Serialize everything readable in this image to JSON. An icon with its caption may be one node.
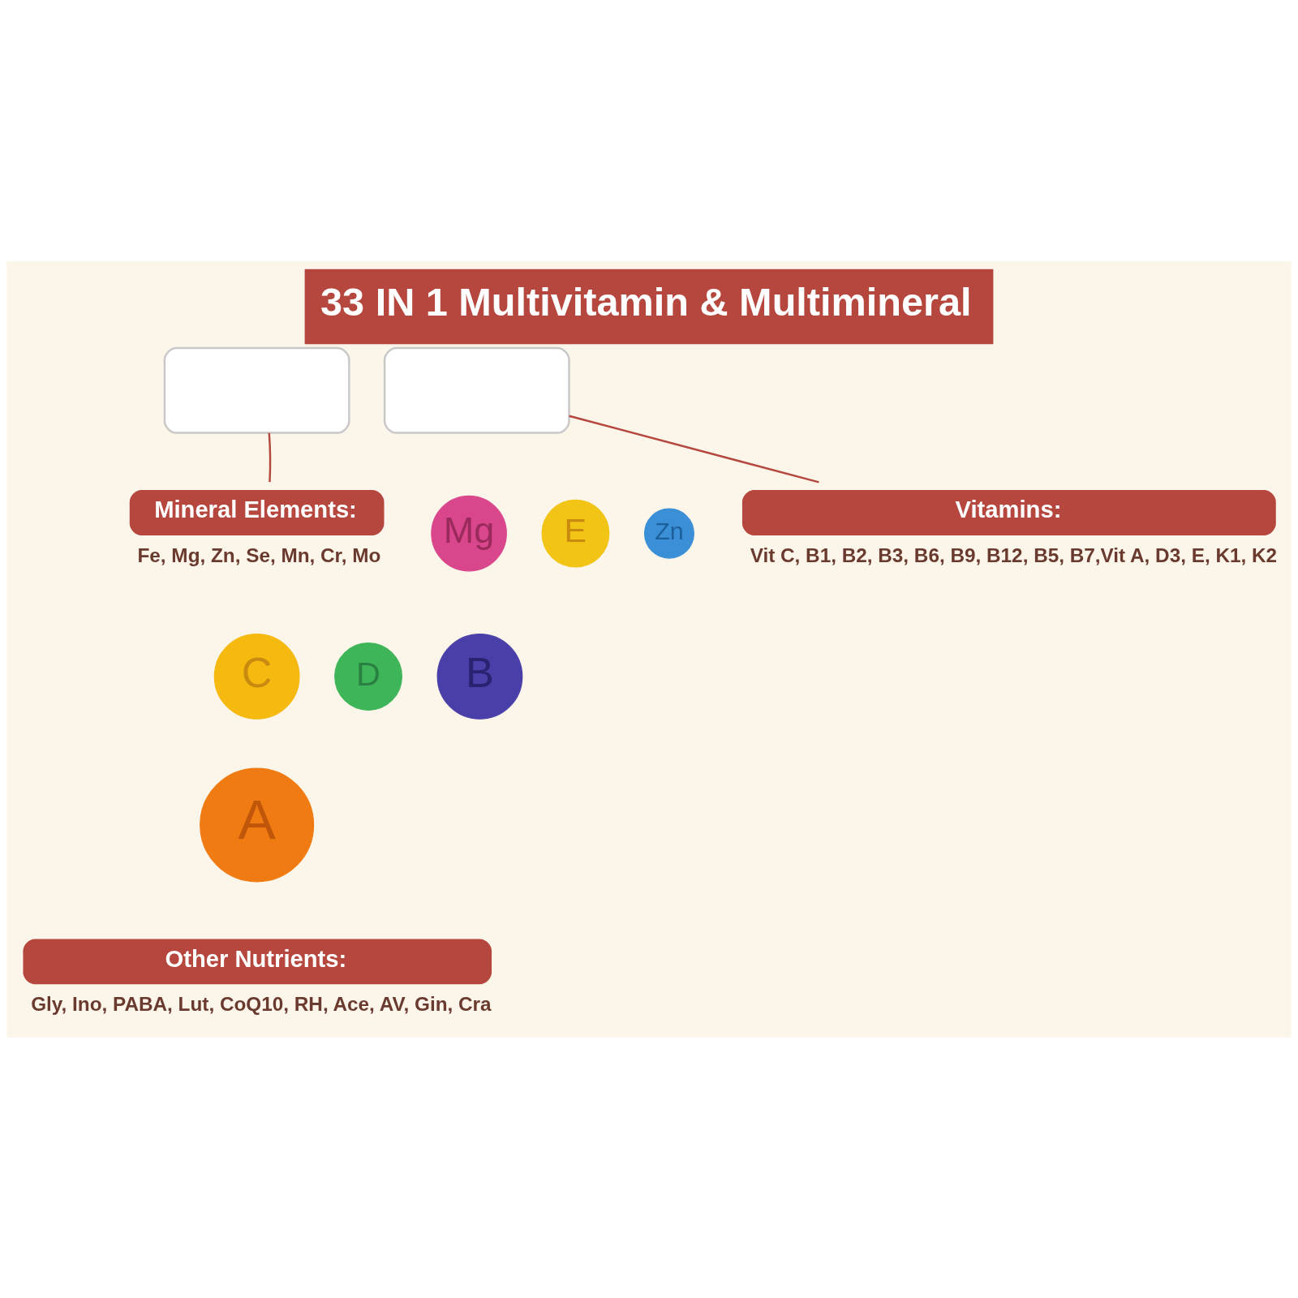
{
  "diagram": {
    "title": "33 IN 1 Multivitamin & Multimineral",
    "nodes": [
      {
        "text": [],
        "shape": "box"
      },
      {
        "text": [],
        "shape": "box"
      },
      {
        "text": [
          "Mineral Elements:"
        ],
        "beside": [
          "Fe, Mg, Zn, Se, Mn, Cr, Mo"
        ]
      },
      {
        "text": [
          "Vitamins:"
        ],
        "beside": [
          "Vit C, B1, B2, B3, B6, B9, B12, B5, B7,Vit A, D3, E, K1, K2"
        ]
      },
      {
        "text": [
          "E"
        ]
      },
      {
        "text": [
          "Zn"
        ]
      },
      {
        "text": [
          "Mg"
        ]
      },
      {
        "text": [
          "D"
        ]
      },
      {
        "text": [
          "C"
        ]
      },
      {
        "text": [
          "B"
        ]
      },
      {
        "text": [
          "A"
        ]
      },
      {
        "text": [
          "Other Nutrients:"
        ],
        "beside": [
          "Gly, Ino, PABA, Lut, CoQ10, RH, Ace, AV, Gin, Cra"
        ]
      }
    ],
    "edges": [
      {
        "from": 2,
        "to": 0,
        "arrow": "none"
      },
      {
        "from": 3,
        "to": 1,
        "arrow": "none"
      }
    ]
  }
}
